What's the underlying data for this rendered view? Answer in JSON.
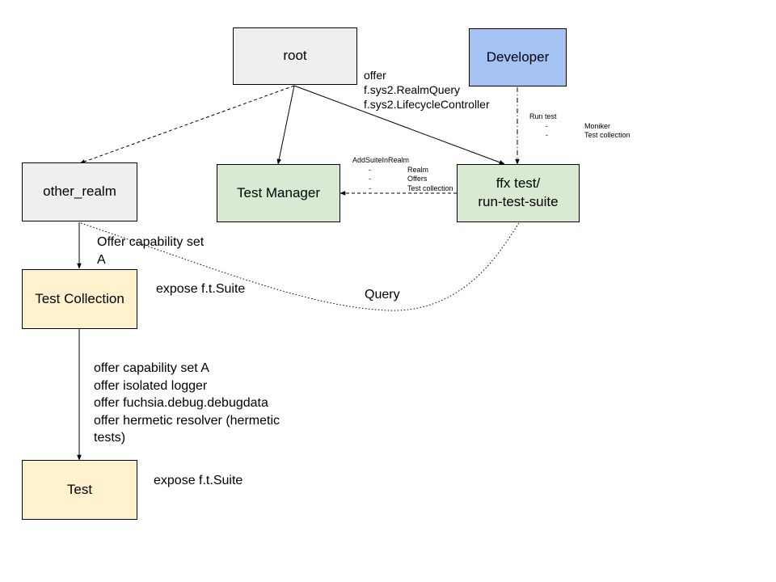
{
  "nodes": {
    "root": "root",
    "developer": "Developer",
    "other_realm": "other_realm",
    "test_manager": "Test Manager",
    "ffx_line1": "ffx test/",
    "ffx_line2": "run-test-suite",
    "test_collection": "Test Collection",
    "test": "Test"
  },
  "labels": {
    "root_offer": [
      "offer",
      "f.sys2.RealmQuery",
      "f.sys2.LifecycleController"
    ],
    "run_test": {
      "title": "Run test",
      "items": [
        "Moniker",
        "Test collection"
      ]
    },
    "add_suite": {
      "title": "AddSuiteInRealm",
      "items": [
        "Realm",
        "Offers",
        "Test collection"
      ]
    },
    "offer_capability_set": [
      "Offer capability set",
      "A"
    ],
    "expose_collection": "expose f.t.Suite",
    "query": "Query",
    "test_offers": [
      "offer capability set A",
      "offer isolated logger",
      "offer fuchsia.debug.debugdata",
      "offer hermetic resolver (hermetic",
      "tests)"
    ],
    "expose_test": "expose f.t.Suite"
  },
  "colors": {
    "gray_node": "#efefef",
    "blue_node": "#a4c2f4",
    "green_node": "#d9ead3",
    "yellow_node": "#fff2cc"
  }
}
